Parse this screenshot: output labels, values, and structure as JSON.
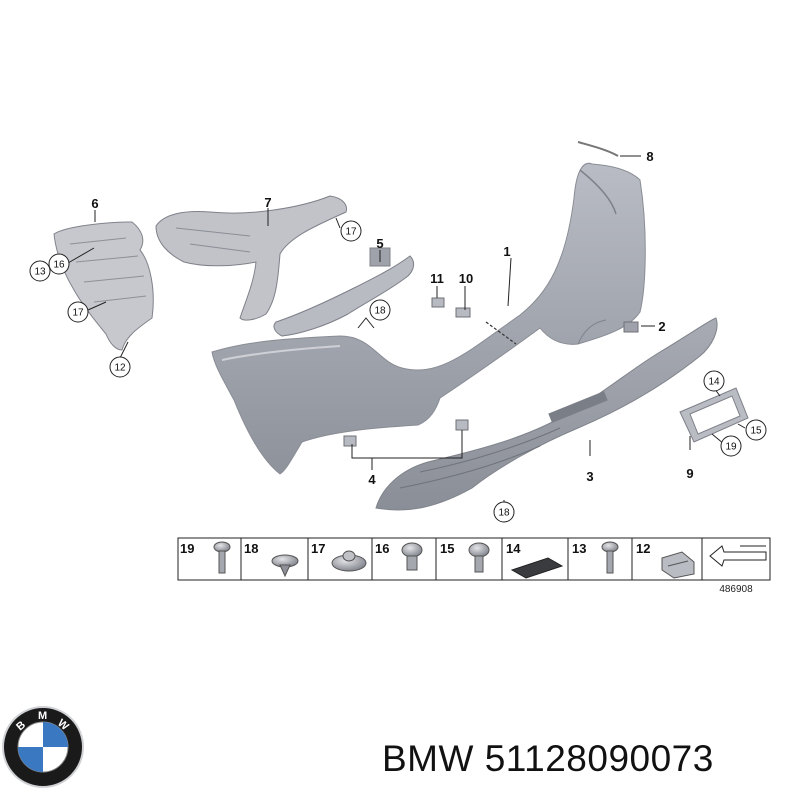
{
  "callouts": {
    "c1": "1",
    "c2": "2",
    "c3": "3",
    "c4": "4",
    "c5": "5",
    "c6": "6",
    "c7": "7",
    "c8": "8",
    "c9": "9",
    "c10": "10",
    "c11": "11"
  },
  "circled": {
    "c12": "12",
    "c13": "13",
    "c14": "14",
    "c15": "15",
    "c16": "16",
    "c17a": "17",
    "c17b": "17",
    "c18a": "18",
    "c18b": "18",
    "c19": "19"
  },
  "fastener_strip": {
    "items": [
      "19",
      "18",
      "17",
      "16",
      "15",
      "14",
      "13",
      "12"
    ],
    "drawing_number": "486908"
  },
  "caption": {
    "brand": "BMW",
    "part_number": "51128090073"
  },
  "logo": {
    "letters": [
      "B",
      "M",
      "W"
    ],
    "colors": {
      "ring": "#1a1a1a",
      "blue": "#3a78c2",
      "white": "#ffffff"
    }
  }
}
